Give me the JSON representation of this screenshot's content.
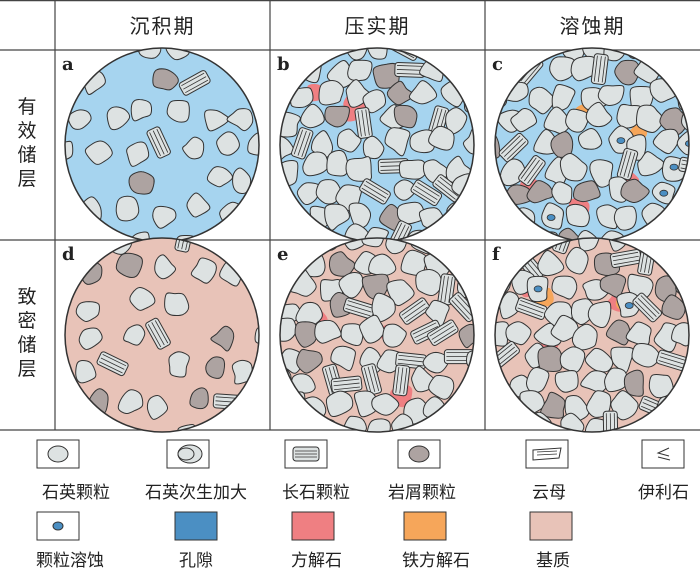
{
  "headers": [
    "沉积期",
    "压实期",
    "溶蚀期"
  ],
  "rows": [
    "有效储层",
    "致密储层"
  ],
  "panels": [
    {
      "label": "a",
      "matrix": "pore"
    },
    {
      "label": "b",
      "matrix": "pore"
    },
    {
      "label": "c",
      "matrix": "pore"
    },
    {
      "label": "d",
      "matrix": "base"
    },
    {
      "label": "e",
      "matrix": "base"
    },
    {
      "label": "f",
      "matrix": "base"
    }
  ],
  "legend": [
    {
      "label": "石英颗粒",
      "icon": "quartz-grain-icon"
    },
    {
      "label": "石英次生加大",
      "icon": "quartz-overgrowth-icon"
    },
    {
      "label": "长石颗粒",
      "icon": "feldspar-grain-icon"
    },
    {
      "label": "岩屑颗粒",
      "icon": "lithic-grain-icon"
    },
    {
      "label": "云母",
      "icon": "mica-icon"
    },
    {
      "label": "伊利石",
      "icon": "illite-icon"
    },
    {
      "label": "颗粒溶蚀",
      "icon": "grain-dissolution-icon"
    },
    {
      "label": "孔隙",
      "icon": "pore-swatch"
    },
    {
      "label": "方解石",
      "icon": "calcite-swatch"
    },
    {
      "label": "铁方解石",
      "icon": "ferrocalcite-swatch"
    },
    {
      "label": "基质",
      "icon": "matrix-swatch"
    }
  ],
  "colors": {
    "pore_bg": "#a6d4ef",
    "pore": "#4b8fc3",
    "matrix": "#e8c3b8",
    "calcite": "#ef7f82",
    "ferrocalcite": "#f6a65a",
    "quartz": "#dde2e2",
    "lithic": "#ada3a1",
    "outline": "#333333"
  }
}
